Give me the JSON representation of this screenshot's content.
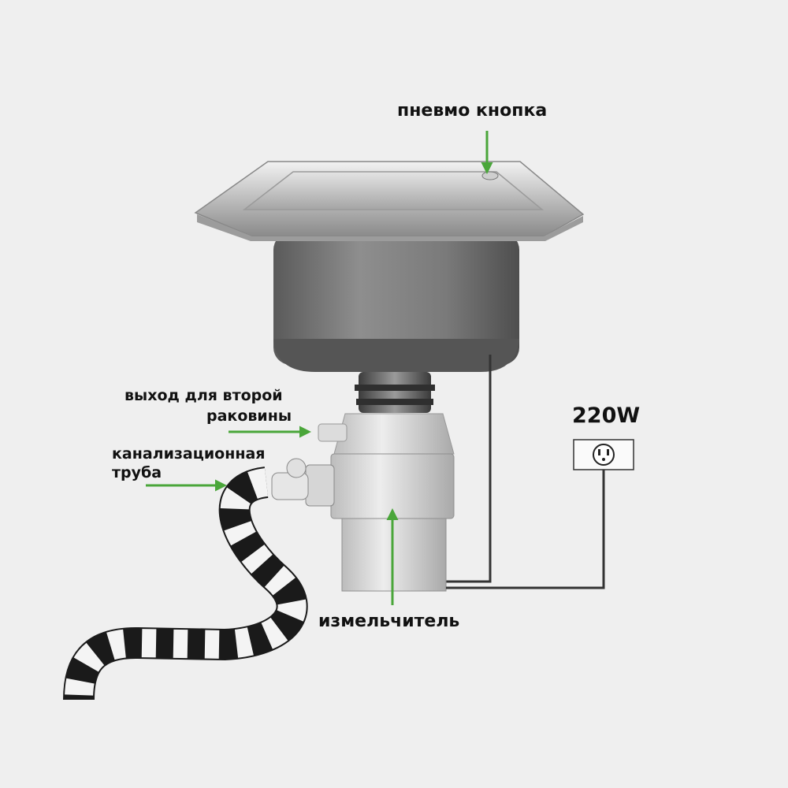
{
  "labels": {
    "air_button": "пневмо кнопка",
    "second_sink_outlet_line1": "выход для второй",
    "second_sink_outlet_line2": "раковины",
    "sewer_pipe_line1": "канализационная",
    "sewer_pipe_line2": "труба",
    "grinder": "измельчитель",
    "power": "220W"
  },
  "icons": [
    "sink-icon",
    "food-waste-disposer-icon",
    "wall-socket-icon",
    "corrugated-drain-pipe-icon",
    "pointer-arrow-icon"
  ],
  "colors": {
    "background": "#efefef",
    "arrow": "#4aa63a",
    "metal_dark": "#6e6e6e",
    "metal_light": "#d9d9d9",
    "pipe_stripe": "#1a1a1a"
  }
}
